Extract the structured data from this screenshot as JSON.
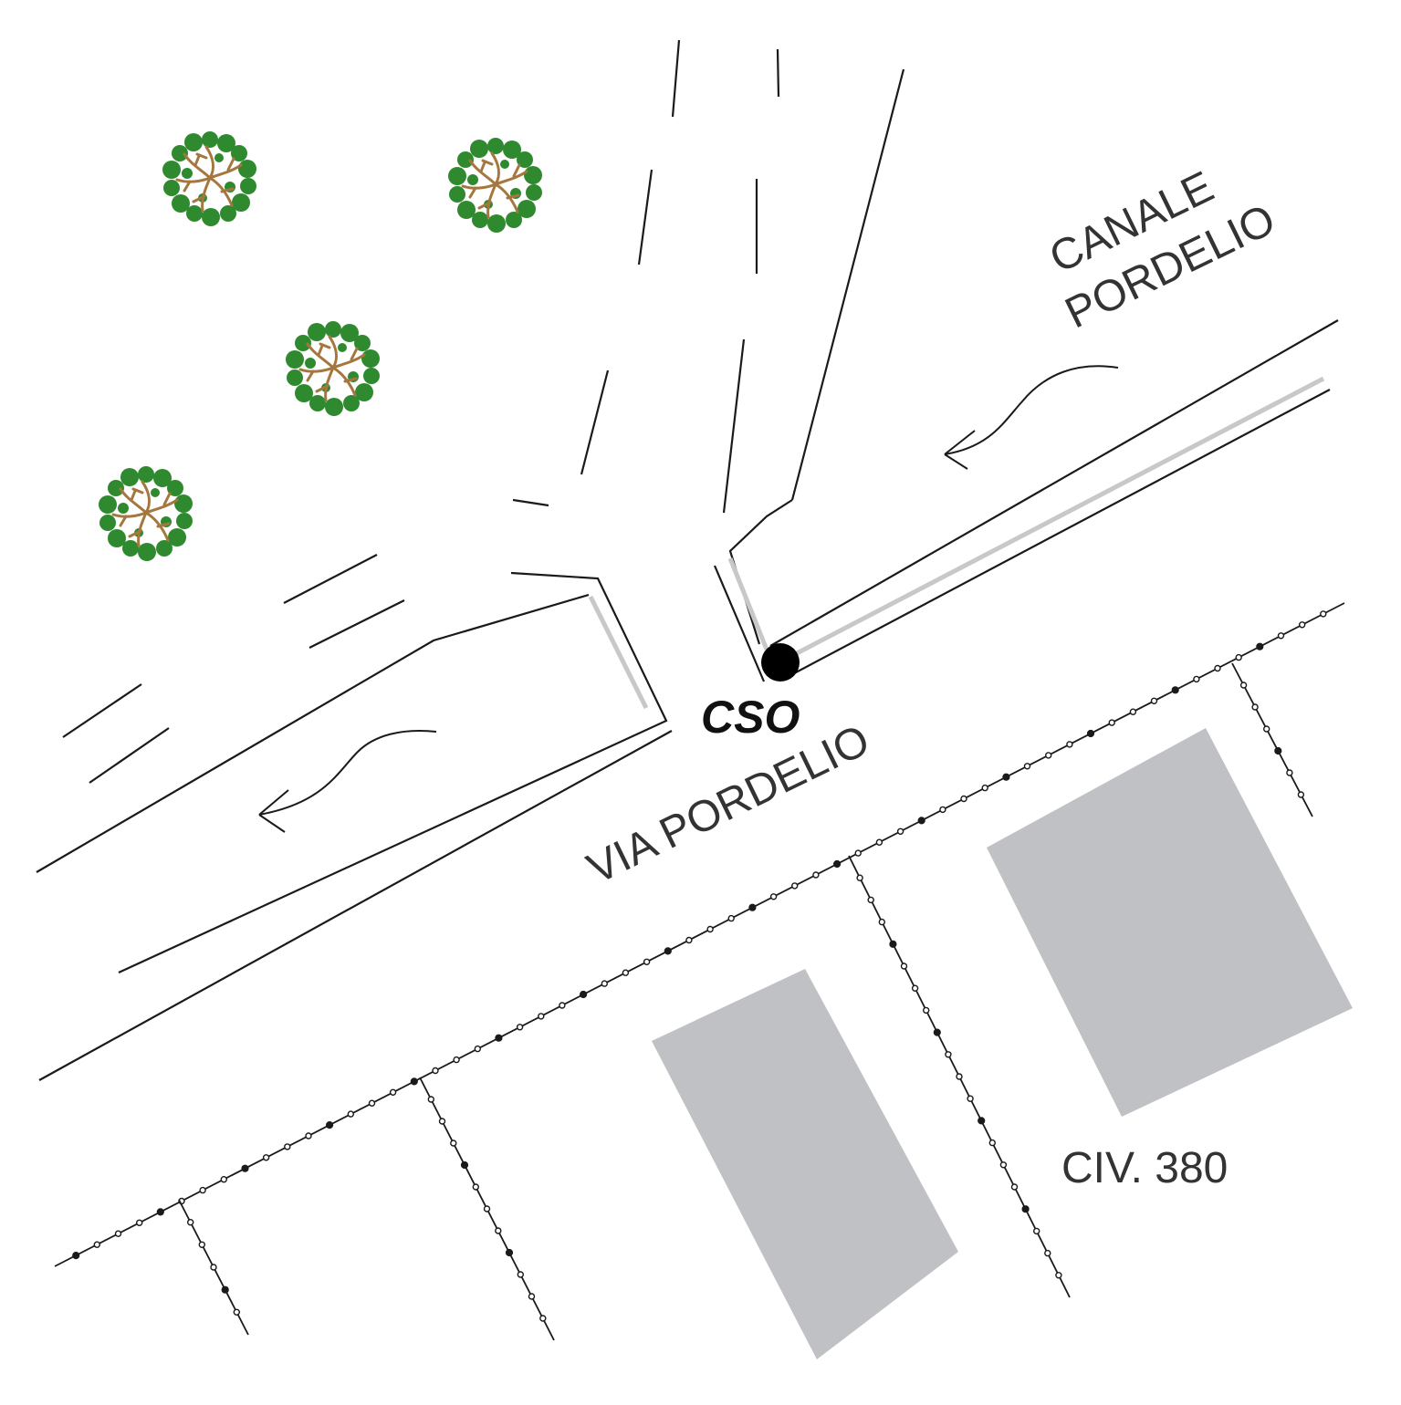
{
  "labels": {
    "canal_line1": "CANALE",
    "canal_line2": "PORDELIO",
    "street": "VIA PORDELIO",
    "cso": "CSO",
    "civic": "CIV. 380"
  },
  "colors": {
    "line": "#1a1a1a",
    "building": "#c0c1c4",
    "wall_edge": "#c8c8c8",
    "tree_leaf": "#2e8b2e",
    "tree_branch": "#a5773f",
    "cso_marker": "#000000",
    "background": "#ffffff"
  },
  "icons": {
    "tree": "tree-icon",
    "flow_arrow": "flow-arrow-icon",
    "outfall": "outfall-point-icon",
    "fence": "fence-line"
  }
}
